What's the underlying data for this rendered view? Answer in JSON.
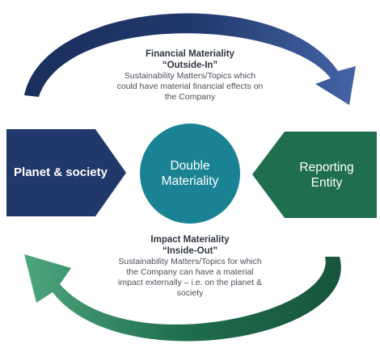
{
  "top_caption": {
    "title": "Financial Materiality",
    "subtitle": "“Outside-In”",
    "description_lines": [
      "Sustainability Matters/Topics which",
      "could have material financial effects on",
      "the Company"
    ]
  },
  "bottom_caption": {
    "title": "Impact Materiality",
    "subtitle": "“Inside-Out”",
    "description_lines": [
      "Sustainability Matters/Topics for which",
      "the Company can have a material",
      "impact externally – i.e. on the planet &",
      "society"
    ]
  },
  "left_shape": {
    "label": "Planet & society",
    "color": "#21386b"
  },
  "center_circle": {
    "label_lines": [
      "Double",
      "Materiality"
    ],
    "color": "#1a8393"
  },
  "right_shape": {
    "label_lines": [
      "Reporting",
      "Entity"
    ],
    "color": "#1f6e4e"
  },
  "arrows": {
    "top_color_dark": "#1b2f5e",
    "top_color_light": "#4463a6",
    "bottom_color_dark": "#17553b",
    "bottom_color_light": "#4ea67c"
  }
}
